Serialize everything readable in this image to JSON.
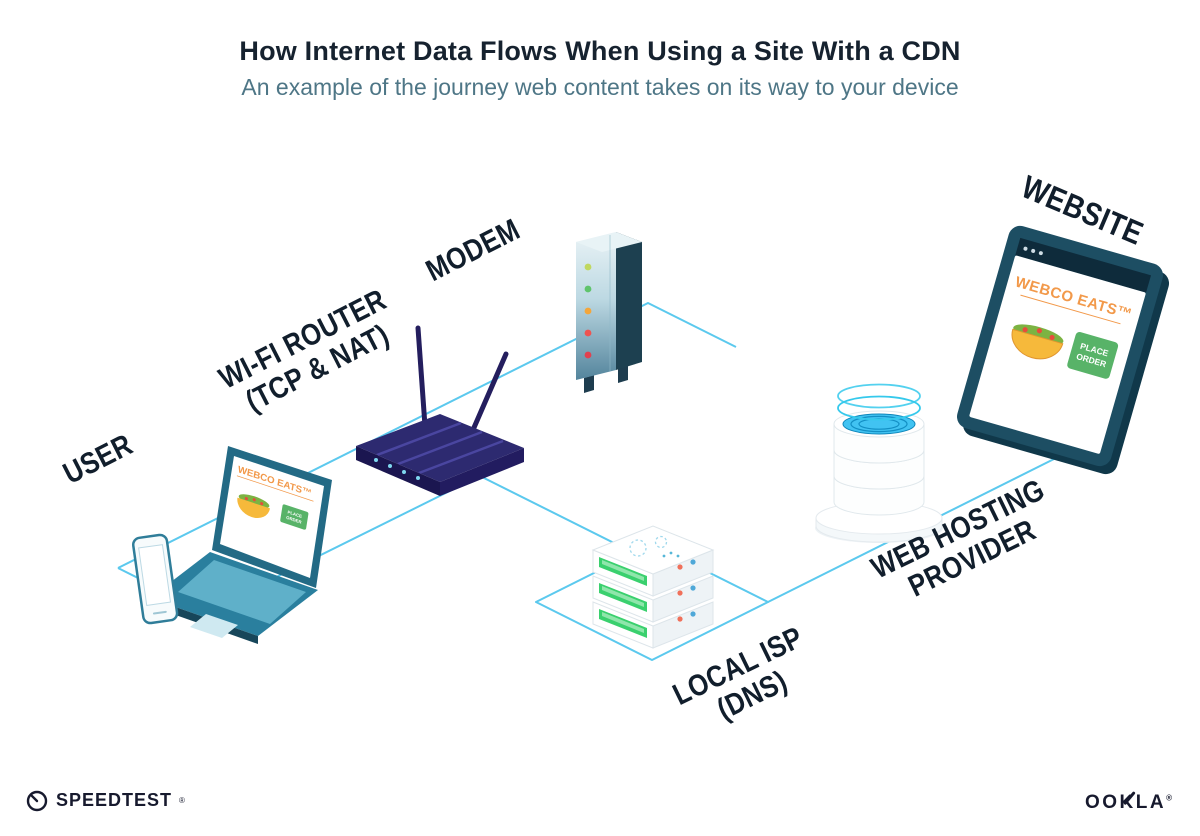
{
  "page": {
    "background": "#ffffff",
    "connector_color": "#5BC9EE"
  },
  "header": {
    "title": "How Internet Data Flows When Using a Site With a CDN",
    "subtitle": "An example of the journey web content takes on its way to your device"
  },
  "labels": {
    "user": "USER",
    "router_line1": "WI-FI ROUTER",
    "router_line2": "(TCP & NAT)",
    "modem": "MODEM",
    "website": "WEBSITE",
    "hosting_line1": "WEB HOSTING",
    "hosting_line2": "PROVIDER",
    "isp_line1": "LOCAL ISP",
    "isp_line2": "(DNS)"
  },
  "website_screen": {
    "brand": "WEBCO EATS™",
    "cta_line1": "PLACE",
    "cta_line2": "ORDER"
  },
  "laptop_screen": {
    "brand": "WEBCO EATS™"
  },
  "footer": {
    "speedtest": "SPEEDTEST",
    "speedtest_mark": "®",
    "ookla": "OOKLA",
    "ookla_mark": "®"
  },
  "colors": {
    "brand_orange": "#F2994A",
    "button_green": "#58B368",
    "teal_dark": "#1d4e63",
    "navy_router": "#2d2a70"
  }
}
